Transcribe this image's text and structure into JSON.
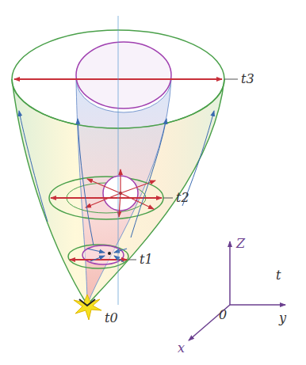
{
  "diagram": {
    "labels": [
      "t3",
      "t2",
      "t1",
      "t0",
      "Z",
      "t",
      "0",
      "y",
      "x"
    ]
  }
}
